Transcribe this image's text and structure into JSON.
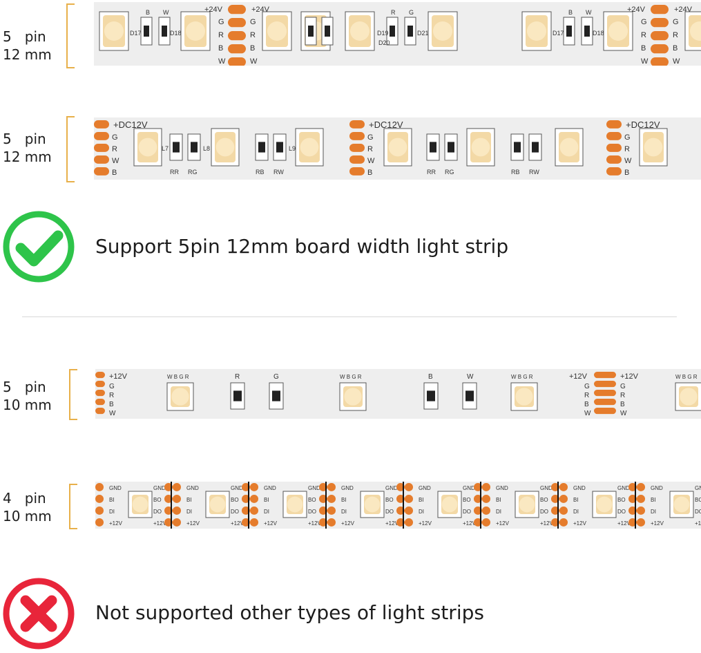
{
  "rows": [
    {
      "line1": "5   pin",
      "line2": "12 mm"
    },
    {
      "line1": "5   pin",
      "line2": "12 mm"
    },
    {
      "line1": "5   pin",
      "line2": "10 mm"
    },
    {
      "line1": "4   pin",
      "line2": "10 mm"
    }
  ],
  "supported": {
    "text": "Support 5pin 12mm board width light strip",
    "icon": "check-circle-icon",
    "color": "#2ec44a"
  },
  "unsupported": {
    "text": "Not supported other types of light strips",
    "icon": "x-circle-icon",
    "color": "#e8253a"
  },
  "strip1": {
    "v": "+24V",
    "pins": [
      "G",
      "R",
      "B",
      "W"
    ],
    "labels": [
      "D17",
      "D18",
      "D19",
      "D20",
      "D21"
    ],
    "res": [
      "B",
      "W",
      "R",
      "G"
    ]
  },
  "strip2": {
    "v": "+DC12V",
    "pins": [
      "G",
      "R",
      "W",
      "B"
    ],
    "labels": [
      "L7",
      "L8",
      "L9"
    ],
    "res": [
      "RR",
      "RG",
      "RB",
      "RW"
    ]
  },
  "strip3": {
    "v": "+12V",
    "pins": [
      "G",
      "R",
      "B",
      "W"
    ],
    "led": "W B G R",
    "res": [
      "R",
      "G",
      "B",
      "W"
    ]
  },
  "strip4": {
    "pins": [
      "GND",
      "BI",
      "DI",
      "+12V"
    ],
    "pinsOut": [
      "GND",
      "BO",
      "DO",
      "+12V"
    ]
  },
  "colors": {
    "pad": "#e57c2c",
    "bracket": "#e8b04a",
    "strip": "#eeeeee"
  }
}
